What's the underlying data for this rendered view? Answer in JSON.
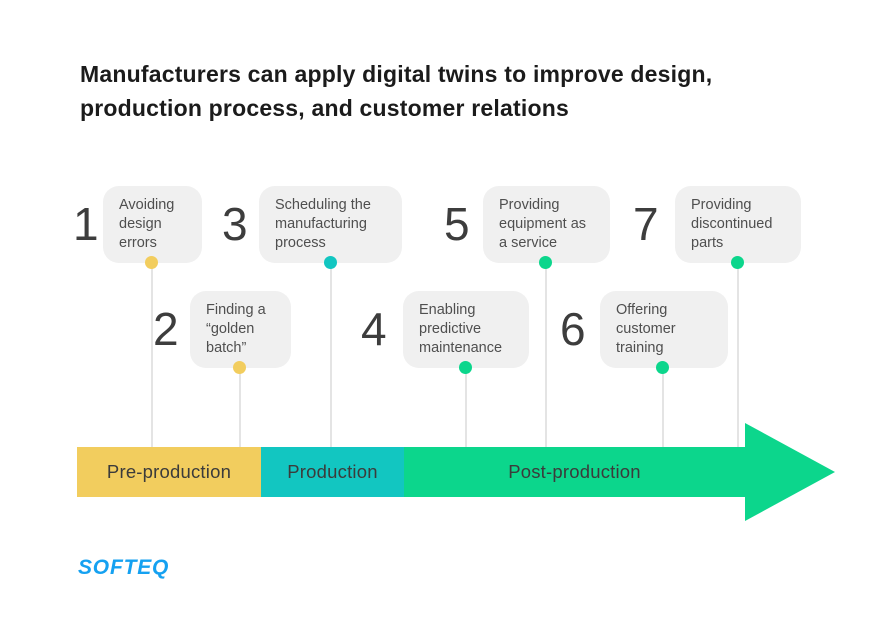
{
  "header": {
    "title_line1": "Manufacturers can apply digital twins to improve design,",
    "title_line2": "production process, and customer relations"
  },
  "items": [
    {
      "number": "1",
      "label": "Avoiding design errors",
      "dot_color": "#f2cd5e",
      "phase": "pre-production"
    },
    {
      "number": "2",
      "label": "Finding a “golden batch”",
      "dot_color": "#f2cd5e",
      "phase": "pre-production"
    },
    {
      "number": "3",
      "label": "Scheduling the manufacturing process",
      "dot_color": "#12c6c1",
      "phase": "production"
    },
    {
      "number": "4",
      "label": "Enabling predictive maintenance",
      "dot_color": "#0cd68c",
      "phase": "post-production"
    },
    {
      "number": "5",
      "label": "Providing equipment as a service",
      "dot_color": "#0cd68c",
      "phase": "post-production"
    },
    {
      "number": "6",
      "label": "Offering customer training",
      "dot_color": "#0cd68c",
      "phase": "post-production"
    },
    {
      "number": "7",
      "label": "Providing discontinued parts",
      "dot_color": "#0cd68c",
      "phase": "post-production"
    }
  ],
  "timeline": {
    "phases": [
      {
        "label": "Pre-production",
        "color": "#f2cd5e"
      },
      {
        "label": "Production",
        "color": "#12c6c1"
      },
      {
        "label": "Post-production",
        "color": "#0cd68c"
      }
    ]
  },
  "footer": {
    "logo_text": "SOFTEQ",
    "logo_color": "#15a1f1"
  },
  "colors": {
    "card_background": "#f0f0f0",
    "connector_line": "#e4e4e4",
    "title_text": "#1b1b1b",
    "number_text": "#3d3d3d",
    "card_text": "#4f4f4f"
  }
}
